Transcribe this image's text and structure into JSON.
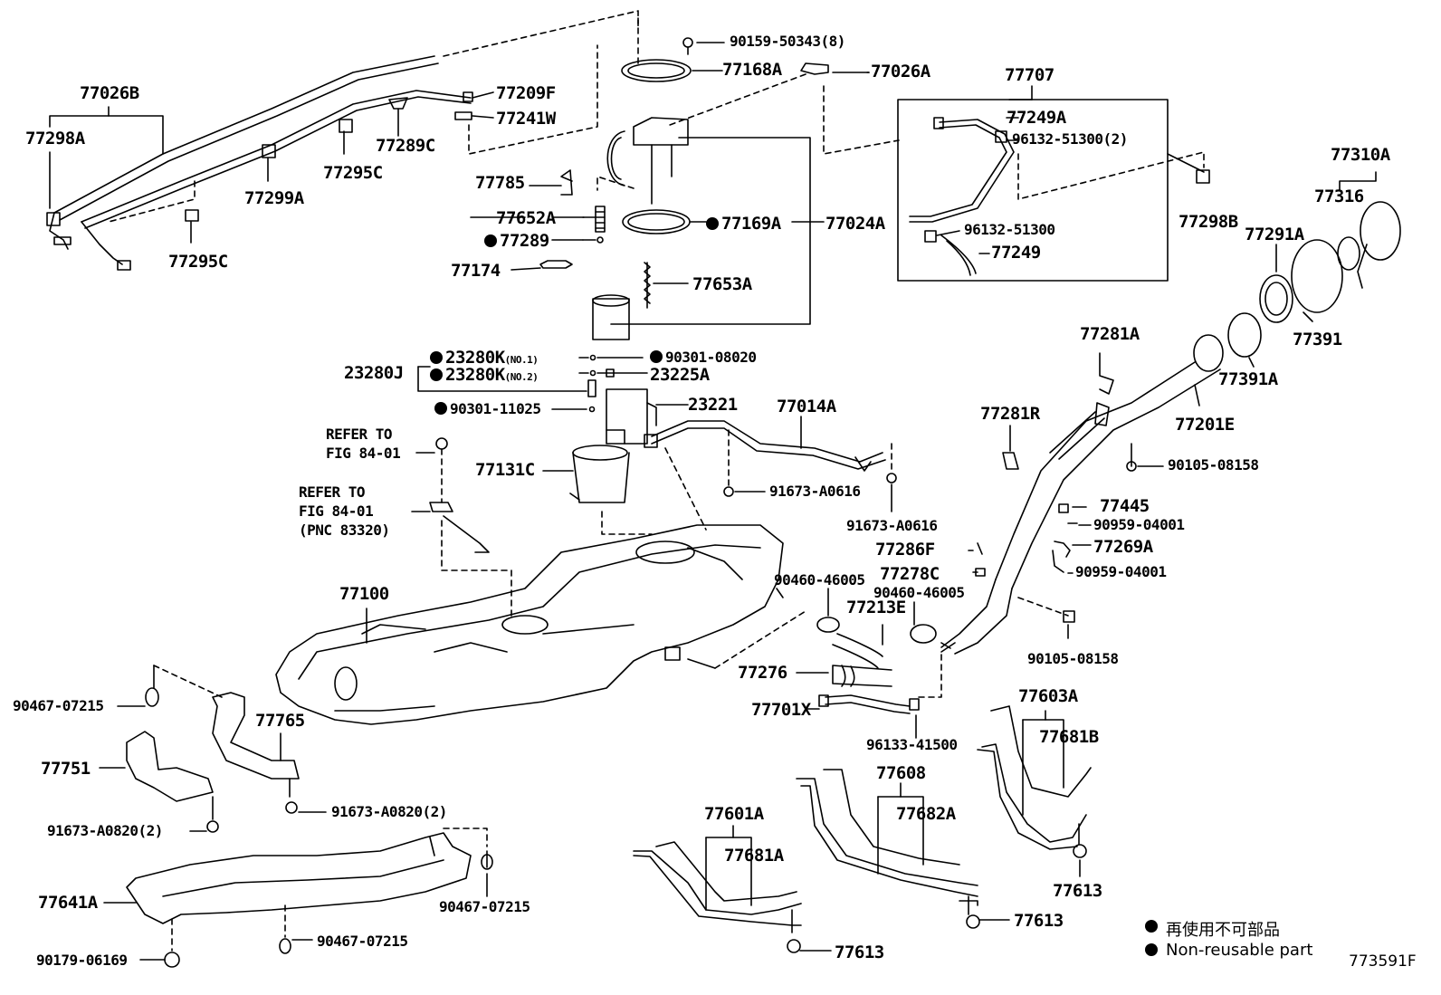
{
  "diagram": {
    "figure_id": "773591F",
    "legend": {
      "jp": "再使用不可部品",
      "en": "Non-reusable part"
    },
    "labels": {
      "p90159": "90159-50343(8)",
      "p77168A": "77168A",
      "p77026A": "77026A",
      "p77707": "77707",
      "p77026B": "77026B",
      "p77209F": "77209F",
      "p77241W": "77241W",
      "p77298A": "77298A",
      "p77289C": "77289C",
      "p77295C_a": "77295C",
      "p77299A": "77299A",
      "p77295C_b": "77295C",
      "p77249A": "77249A",
      "p96132_2": "96132-51300(2)",
      "p96132": "96132-51300",
      "p77249": "77249",
      "p77310A": "77310A",
      "p77316": "77316",
      "p77298B": "77298B",
      "p77291A": "77291A",
      "p77391": "77391",
      "p77391A": "77391A",
      "p77785": "77785",
      "p77652A": "77652A",
      "p77289": "77289",
      "p77169A": "77169A",
      "p77024A": "77024A",
      "p77174": "77174",
      "p77653A": "77653A",
      "p23280J": "23280J",
      "p23280K1": "23280K",
      "p23280K1sub": "(NO.1)",
      "p23280K2": "23280K",
      "p23280K2sub": "(NO.2)",
      "p90301_08020": "90301-08020",
      "p23225A": "23225A",
      "p90301_11025": "90301-11025",
      "p23221": "23221",
      "p77014A": "77014A",
      "p77281A": "77281A",
      "p77281R": "77281R",
      "p77201E": "77201E",
      "p90105_a": "90105-08158",
      "refer1a": "REFER TO",
      "refer1b": "FIG 84-01",
      "refer2a": "REFER TO",
      "refer2b": "FIG 84-01",
      "refer2c": "(PNC 83320)",
      "p77131C": "77131C",
      "p91673_a": "91673-A0616",
      "p91673_b": "91673-A0616",
      "p77445": "77445",
      "p90959_a": "90959-04001",
      "p77269A": "77269A",
      "p90959_b": "90959-04001",
      "p77286F": "77286F",
      "p77278C": "77278C",
      "p90460_a": "90460-46005",
      "p90460_b": "90460-46005",
      "p77213E": "77213E",
      "p77100": "77100",
      "p90105_b": "90105-08158",
      "p77276": "77276",
      "p77701X": "77701X",
      "p96133": "96133-41500",
      "p90467_a": "90467-07215",
      "p77765": "77765",
      "p77751": "77751",
      "p91673_c": "91673-A0820(2)",
      "p91673_d": "91673-A0820(2)",
      "p77603A": "77603A",
      "p77681B": "77681B",
      "p77608": "77608",
      "p77682A": "77682A",
      "p77601A": "77601A",
      "p77681A": "77681A",
      "p77641A": "77641A",
      "p90467_b": "90467-07215",
      "p90467_c": "90467-07215",
      "p90179": "90179-06169",
      "p77613_a": "77613",
      "p77613_b": "77613",
      "p77613_c": "77613"
    }
  }
}
